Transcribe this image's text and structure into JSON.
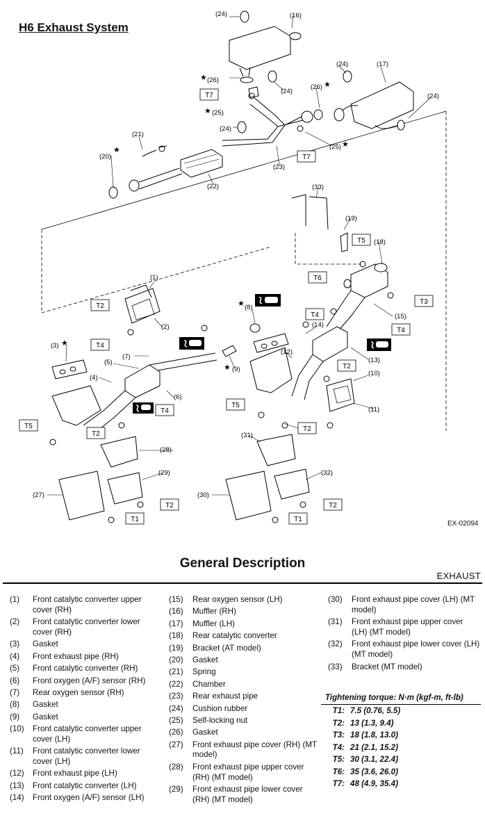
{
  "title": "H6 Exhaust System",
  "figure_code": "EX-02094",
  "section_heading": "General Description",
  "section_label": "EXHAUST",
  "torque_tags": [
    "T1",
    "T2",
    "T3",
    "T4",
    "T5",
    "T6",
    "T7"
  ],
  "callout_numbers": [
    "(1)",
    "(2)",
    "(3)",
    "(4)",
    "(5)",
    "(6)",
    "(7)",
    "(8)",
    "(9)",
    "(10)",
    "(11)",
    "(12)",
    "(13)",
    "(14)",
    "(15)",
    "(16)",
    "(17)",
    "(18)",
    "(19)",
    "(20)",
    "(21)",
    "(22)",
    "(23)",
    "(24)",
    "(25)",
    "(26)",
    "(27)",
    "(28)",
    "(29)",
    "(30)",
    "(31)",
    "(32)",
    "(33)"
  ],
  "parts_col1": [
    {
      "num": "(1)",
      "text": "Front catalytic converter upper cover (RH)"
    },
    {
      "num": "(2)",
      "text": "Front catalytic converter lower cover (RH)"
    },
    {
      "num": "(3)",
      "text": "Gasket"
    },
    {
      "num": "(4)",
      "text": "Front exhaust pipe (RH)"
    },
    {
      "num": "(5)",
      "text": "Front catalytic converter (RH)"
    },
    {
      "num": "(6)",
      "text": "Front oxygen (A/F) sensor (RH)"
    },
    {
      "num": "(7)",
      "text": "Rear oxygen sensor (RH)"
    },
    {
      "num": "(8)",
      "text": "Gasket"
    },
    {
      "num": "(9)",
      "text": "Gasket"
    },
    {
      "num": "(10)",
      "text": "Front catalytic converter upper cover (LH)"
    },
    {
      "num": "(11)",
      "text": "Front catalytic converter lower cover (LH)"
    },
    {
      "num": "(12)",
      "text": "Front exhaust pipe (LH)"
    },
    {
      "num": "(13)",
      "text": "Front catalytic converter (LH)"
    },
    {
      "num": "(14)",
      "text": "Front oxygen (A/F) sensor (LH)"
    }
  ],
  "parts_col2": [
    {
      "num": "(15)",
      "text": "Rear oxygen sensor (LH)"
    },
    {
      "num": "(16)",
      "text": "Muffler (RH)"
    },
    {
      "num": "(17)",
      "text": "Muffler (LH)"
    },
    {
      "num": "(18)",
      "text": "Rear catalytic converter"
    },
    {
      "num": "(19)",
      "text": "Bracket (AT model)"
    },
    {
      "num": "(20)",
      "text": "Gasket"
    },
    {
      "num": "(21)",
      "text": "Spring"
    },
    {
      "num": "(22)",
      "text": "Chamber"
    },
    {
      "num": "(23)",
      "text": "Rear exhaust pipe"
    },
    {
      "num": "(24)",
      "text": "Cushion rubber"
    },
    {
      "num": "(25)",
      "text": "Self-locking nut"
    },
    {
      "num": "(26)",
      "text": "Gasket"
    },
    {
      "num": "(27)",
      "text": "Front exhaust pipe cover (RH) (MT model)"
    },
    {
      "num": "(28)",
      "text": "Front exhaust pipe upper cover (RH) (MT model)"
    },
    {
      "num": "(29)",
      "text": "Front exhaust pipe lower cover (RH) (MT model)"
    }
  ],
  "parts_col3": [
    {
      "num": "(30)",
      "text": "Front exhaust pipe cover (LH) (MT model)"
    },
    {
      "num": "(31)",
      "text": "Front exhaust pipe upper cover (LH) (MT model)"
    },
    {
      "num": "(32)",
      "text": "Front exhaust pipe lower cover (LH) (MT model)"
    },
    {
      "num": "(33)",
      "text": "Bracket (MT model)"
    }
  ],
  "torque": {
    "heading": "Tightening torque: N·m (kgf-m, ft-lb)",
    "rows": [
      {
        "key": "T1:",
        "value": "7.5 (0.76, 5.5)"
      },
      {
        "key": "T2:",
        "value": "13 (1.3, 9.4)"
      },
      {
        "key": "T3:",
        "value": "18 (1.8, 13.0)"
      },
      {
        "key": "T4:",
        "value": "21 (2.1, 15.2)"
      },
      {
        "key": "T5:",
        "value": "30 (3.1, 22.4)"
      },
      {
        "key": "T6:",
        "value": "35 (3.6, 26.0)"
      },
      {
        "key": "T7:",
        "value": "48 (4.9, 35.4)"
      }
    ]
  }
}
